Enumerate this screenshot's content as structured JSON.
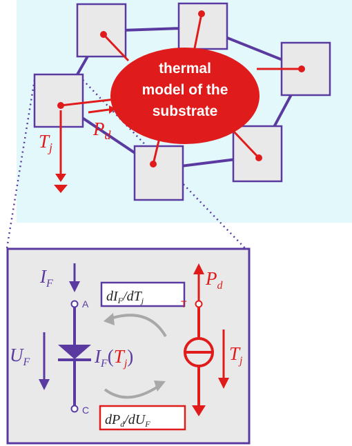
{
  "colors": {
    "substrate_bg": "#e2f8fb",
    "purple": "#5a3aa0",
    "red": "#e01b1b",
    "box_fill": "#e9e9e9",
    "arrow_gray": "#a8a8a8"
  },
  "substrate": {
    "center_lines": [
      "thermal",
      "model of the",
      "substrate"
    ]
  },
  "node_labels": {
    "tj_main": "T",
    "tj_sub": "j",
    "pd_main": "P",
    "pd_sub": "d"
  },
  "circuit": {
    "if_main": "I",
    "if_sub": "F",
    "uf_main": "U",
    "uf_sub": "F",
    "center_main": "I",
    "center_sub": "F",
    "center_arg_open": "(",
    "center_arg_main": "T",
    "center_arg_sub": "j",
    "center_arg_close": ")",
    "anode_label": "A",
    "cathode_label": "C",
    "terminal_label": "T",
    "pd_main": "P",
    "pd_sub": "d",
    "tj_main": "T",
    "tj_sub": "j",
    "box_top": {
      "num_main": "dI",
      "num_sub": "F",
      "slash": "/",
      "den_main": "dT",
      "den_sub": "j"
    },
    "box_bottom": {
      "num_main": "dP",
      "num_sub": "d",
      "slash": "/",
      "den_main": "dU",
      "den_sub": "F"
    }
  }
}
